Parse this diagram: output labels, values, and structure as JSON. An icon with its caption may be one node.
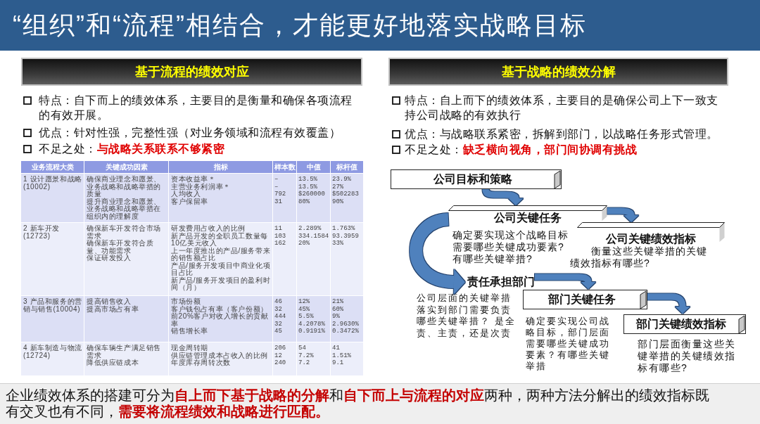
{
  "diagram": {
    "title": "“组织”和“流程”相结合，才能更好地落实战略目标",
    "caption": "企业绩效体系的搭建可分为**自上而下基于战略的分解**和**自下而上与流程的对应**两种，两种方法分解出的绩效指标既有交叉也有不同，**需要将流程绩效和战略进行匹配。**",
    "nodes": [
      {
        "text": [
          "基于流程的绩效对应"
        ]
      },
      {
        "text": [
          "基于战略的绩效分解"
        ]
      },
      {
        "text": [
          "公司目标和策略"
        ]
      },
      {
        "text": [
          "公司关键任务"
        ],
        "beside": [
          "确定要实现这个战略目标需要哪些关键成功要素?有哪些关键举措?"
        ]
      },
      {
        "text": [
          "公司关键绩效指标"
        ],
        "beside": [
          "衡量这些关键举措的关键绩效指标有哪些?"
        ]
      },
      {
        "text": [
          "责任承担部门"
        ],
        "beside": [
          "公司层面的关键举措落实到部门需要负责哪些关键举措？ 是全责、主责，还是次责"
        ]
      },
      {
        "text": [
          "部门关键任务"
        ],
        "beside": [
          "确定要实现公司战略目标，部门层面需要哪些关键成功要素？有哪些关键举措"
        ]
      },
      {
        "text": [
          "部门关键绩效指标"
        ],
        "beside": [
          "部门层面衡量这些关键举措的关键绩效指标有哪些?"
        ]
      }
    ],
    "edges": [
      {
        "from": 2,
        "to": 3,
        "arrow": "to"
      },
      {
        "from": 3,
        "to": 4,
        "arrow": "to"
      },
      {
        "from": 3,
        "to": 5,
        "arrow": "to",
        "style": "thick"
      },
      {
        "from": 5,
        "to": 6,
        "arrow": "to"
      },
      {
        "from": 6,
        "to": 7,
        "arrow": "to"
      }
    ],
    "labels": [
      "特点：自下而上的绩效体系，主要目的是衡量和确保各项流程的有效开展。",
      "优点：针对性强，完整性强（对业务领域和流程有效覆盖）",
      "不足之处：**与战略关系联系不够紧密**",
      "特点：自上而下的绩效体系，主要目的是确保公司上下一致支持公司战略的有效执行",
      "优点：与战略联系紧密，拆解到部门，以战略任务形式管理。",
      "不足之处：**缺乏横向视角，部门间协调有挑战**",
      "业务流程大类",
      "关键成功因素",
      "指标",
      "样本数",
      "中值",
      "标杆值",
      "1 设计愿景和战略 (10002)",
      "确保商业理念和愿景、业务战略和战略举措的质量",
      "提升商业理念和愿景、业务战略和战略举措在组织内的理解度",
      "资本收益率＊",
      "主营业务利润率＊",
      "人均收入",
      "客户保留率",
      "–",
      "–",
      "792",
      "31",
      "13.5%",
      "13.5%",
      "$260000",
      "80%",
      "23.9%",
      "27%",
      "$502283",
      "90%",
      "2 新车开发 (12723)",
      "确保新车开发符合市场需求",
      "确保新车开发符合质量、功能需求",
      "保证研发投入",
      "研发费用占收入的比例",
      "新产品开发的全职员工数量每10亿美元收入",
      "上一年度推出的产品/服务带来的销售额占比",
      "产品/服务开发项目中商业化项目占比",
      "新产品/服务开发项目的盈利时间（月）",
      "11",
      "103",
      "162",
      "2.289%",
      "334.1584",
      "20%",
      "1.763%",
      "93.3959",
      "33%",
      "3 产品和服务的营销与销售(10004)",
      "提高销售收入",
      "提高市场占有率",
      "市场份额",
      "客户钱包占有率（客户份额）",
      "前20%客户对收入增长的贡献率",
      "销售增长率",
      "46",
      "32",
      "444",
      "32",
      "45",
      "12%",
      "45%",
      "5.5%",
      "4.2078%",
      "0.9191%",
      "21%",
      "60%",
      "9%",
      "2.9630%",
      "0.3472%",
      "4 新车制造与物流 (12724)",
      "确保车辆生产满足销售需求",
      "降低供应链成本",
      "现金周转期",
      "供应链管理成本占收入的比例",
      "年度库存周转次数",
      "206",
      "12",
      "240",
      "54",
      "7.2%",
      "7.2",
      "41",
      "1.51%",
      "9.1"
    ]
  }
}
